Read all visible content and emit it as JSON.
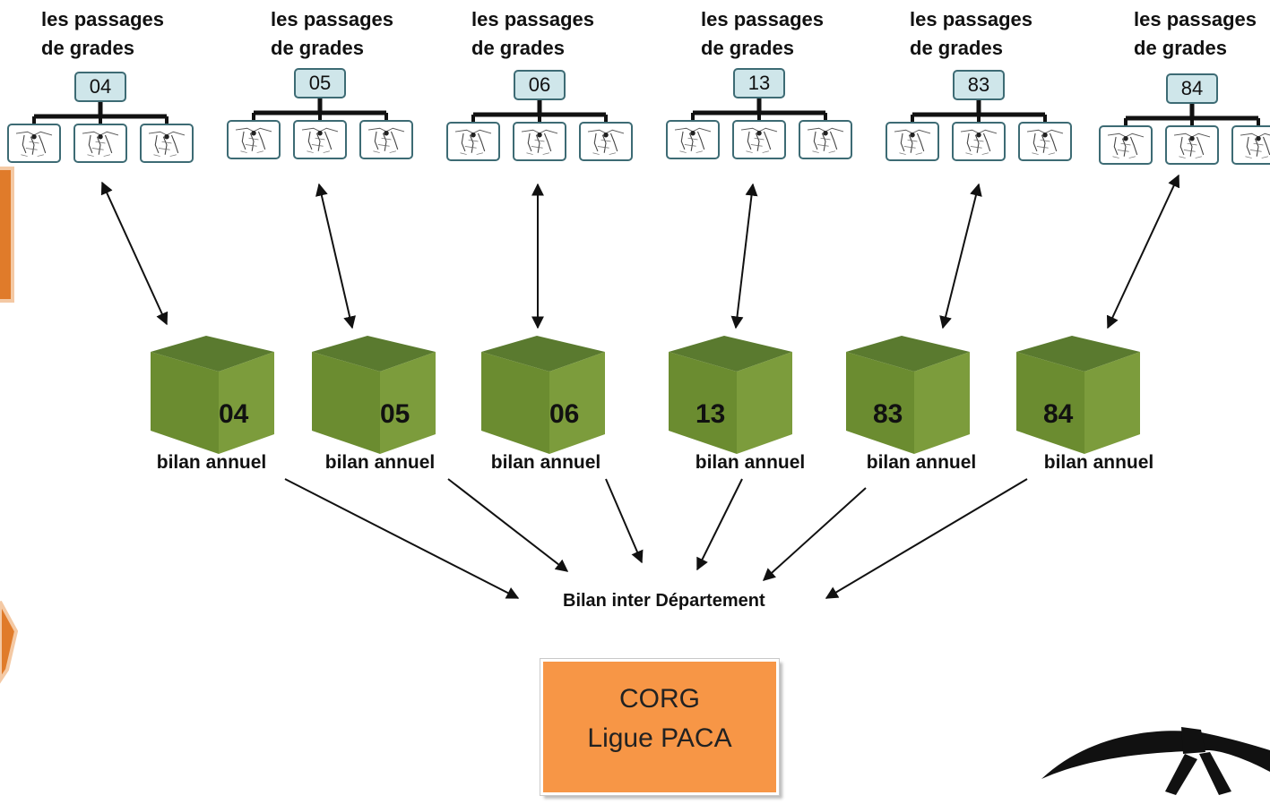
{
  "departments": [
    {
      "code": "04",
      "passages_line1": "les passages",
      "passages_line2": "de grades",
      "bilan": "bilan annuel"
    },
    {
      "code": "05",
      "passages_line1": "les passages",
      "passages_line2": "de grades",
      "bilan": "bilan annuel"
    },
    {
      "code": "06",
      "passages_line1": "les passages",
      "passages_line2": "de grades",
      "bilan": "bilan annuel"
    },
    {
      "code": "13",
      "passages_line1": "les passages",
      "passages_line2": "de grades",
      "bilan": "bilan annuel"
    },
    {
      "code": "83",
      "passages_line1": "les passages",
      "passages_line2": "de grades",
      "bilan": "bilan annuel"
    },
    {
      "code": "84",
      "passages_line1": "les passages",
      "passages_line2": "de grades",
      "bilan": "bilan annuel"
    }
  ],
  "inter_label": "Bilan inter Département",
  "corg": {
    "line1": "CORG",
    "line2": "Ligue PACA"
  },
  "colors": {
    "cube_top": "#5a7a2f",
    "cube_front": "#7c9c3c",
    "cube_side": "#6b8c30",
    "code_box_fill": "#cfe6ea",
    "code_box_border": "#3d6b74",
    "corg_fill": "#f79646"
  }
}
